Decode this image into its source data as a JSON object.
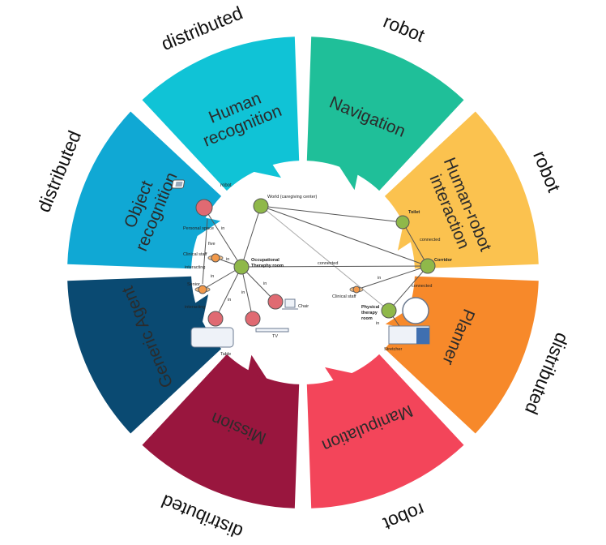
{
  "segments": [
    {
      "id": "navigation",
      "lines": [
        "Navigation"
      ],
      "tag": "robot",
      "color": "#1fbf99"
    },
    {
      "id": "human-robot-interaction",
      "lines": [
        "Human-robot",
        "interaction"
      ],
      "tag": "robot",
      "color": "#fbc24f"
    },
    {
      "id": "planner",
      "lines": [
        "Planner"
      ],
      "tag": "distributed",
      "color": "#f7892a"
    },
    {
      "id": "manipulation",
      "lines": [
        "Manipulation"
      ],
      "tag": "robot",
      "color": "#f3455a"
    },
    {
      "id": "mission",
      "lines": [
        "Mission"
      ],
      "tag": "distributed",
      "color": "#99163e"
    },
    {
      "id": "generic-agent",
      "lines": [
        "Generic Agent"
      ],
      "tag": "",
      "color": "#0a4a72"
    },
    {
      "id": "object-recognition",
      "lines": [
        "Object",
        "recognition"
      ],
      "tag": "distributed",
      "color": "#10a8d4"
    },
    {
      "id": "human-recognition",
      "lines": [
        "Human",
        "recognition"
      ],
      "tag": "distributed",
      "color": "#10c3d6"
    }
  ],
  "graph": {
    "nodes": {
      "world": "World (caregiving center)",
      "toilet": "Toilet",
      "corridor": "Corridor",
      "ot_room_1": "Occupational",
      "ot_room_2": "Theraphy room",
      "pt_room_1": "Physical",
      "pt_room_2": "therapy",
      "pt_room_3": "room",
      "personal_space": "Personal space",
      "clinical_staff_left": "Clinical staff",
      "senior": "Senior",
      "clinical_staff_right": "Clinical staff",
      "robot": "robot",
      "chair": "Chair",
      "tv": "TV",
      "table": "Table",
      "stretcher": "Stretcher"
    },
    "edges": {
      "connected": "connected",
      "in": "in",
      "interacting": "interacting",
      "five": "five"
    },
    "colors": {
      "room_node": "#8fb84a",
      "object_node": "#e06a72",
      "person_node": "#f2994a",
      "link_label": "#4a9fd6"
    }
  }
}
